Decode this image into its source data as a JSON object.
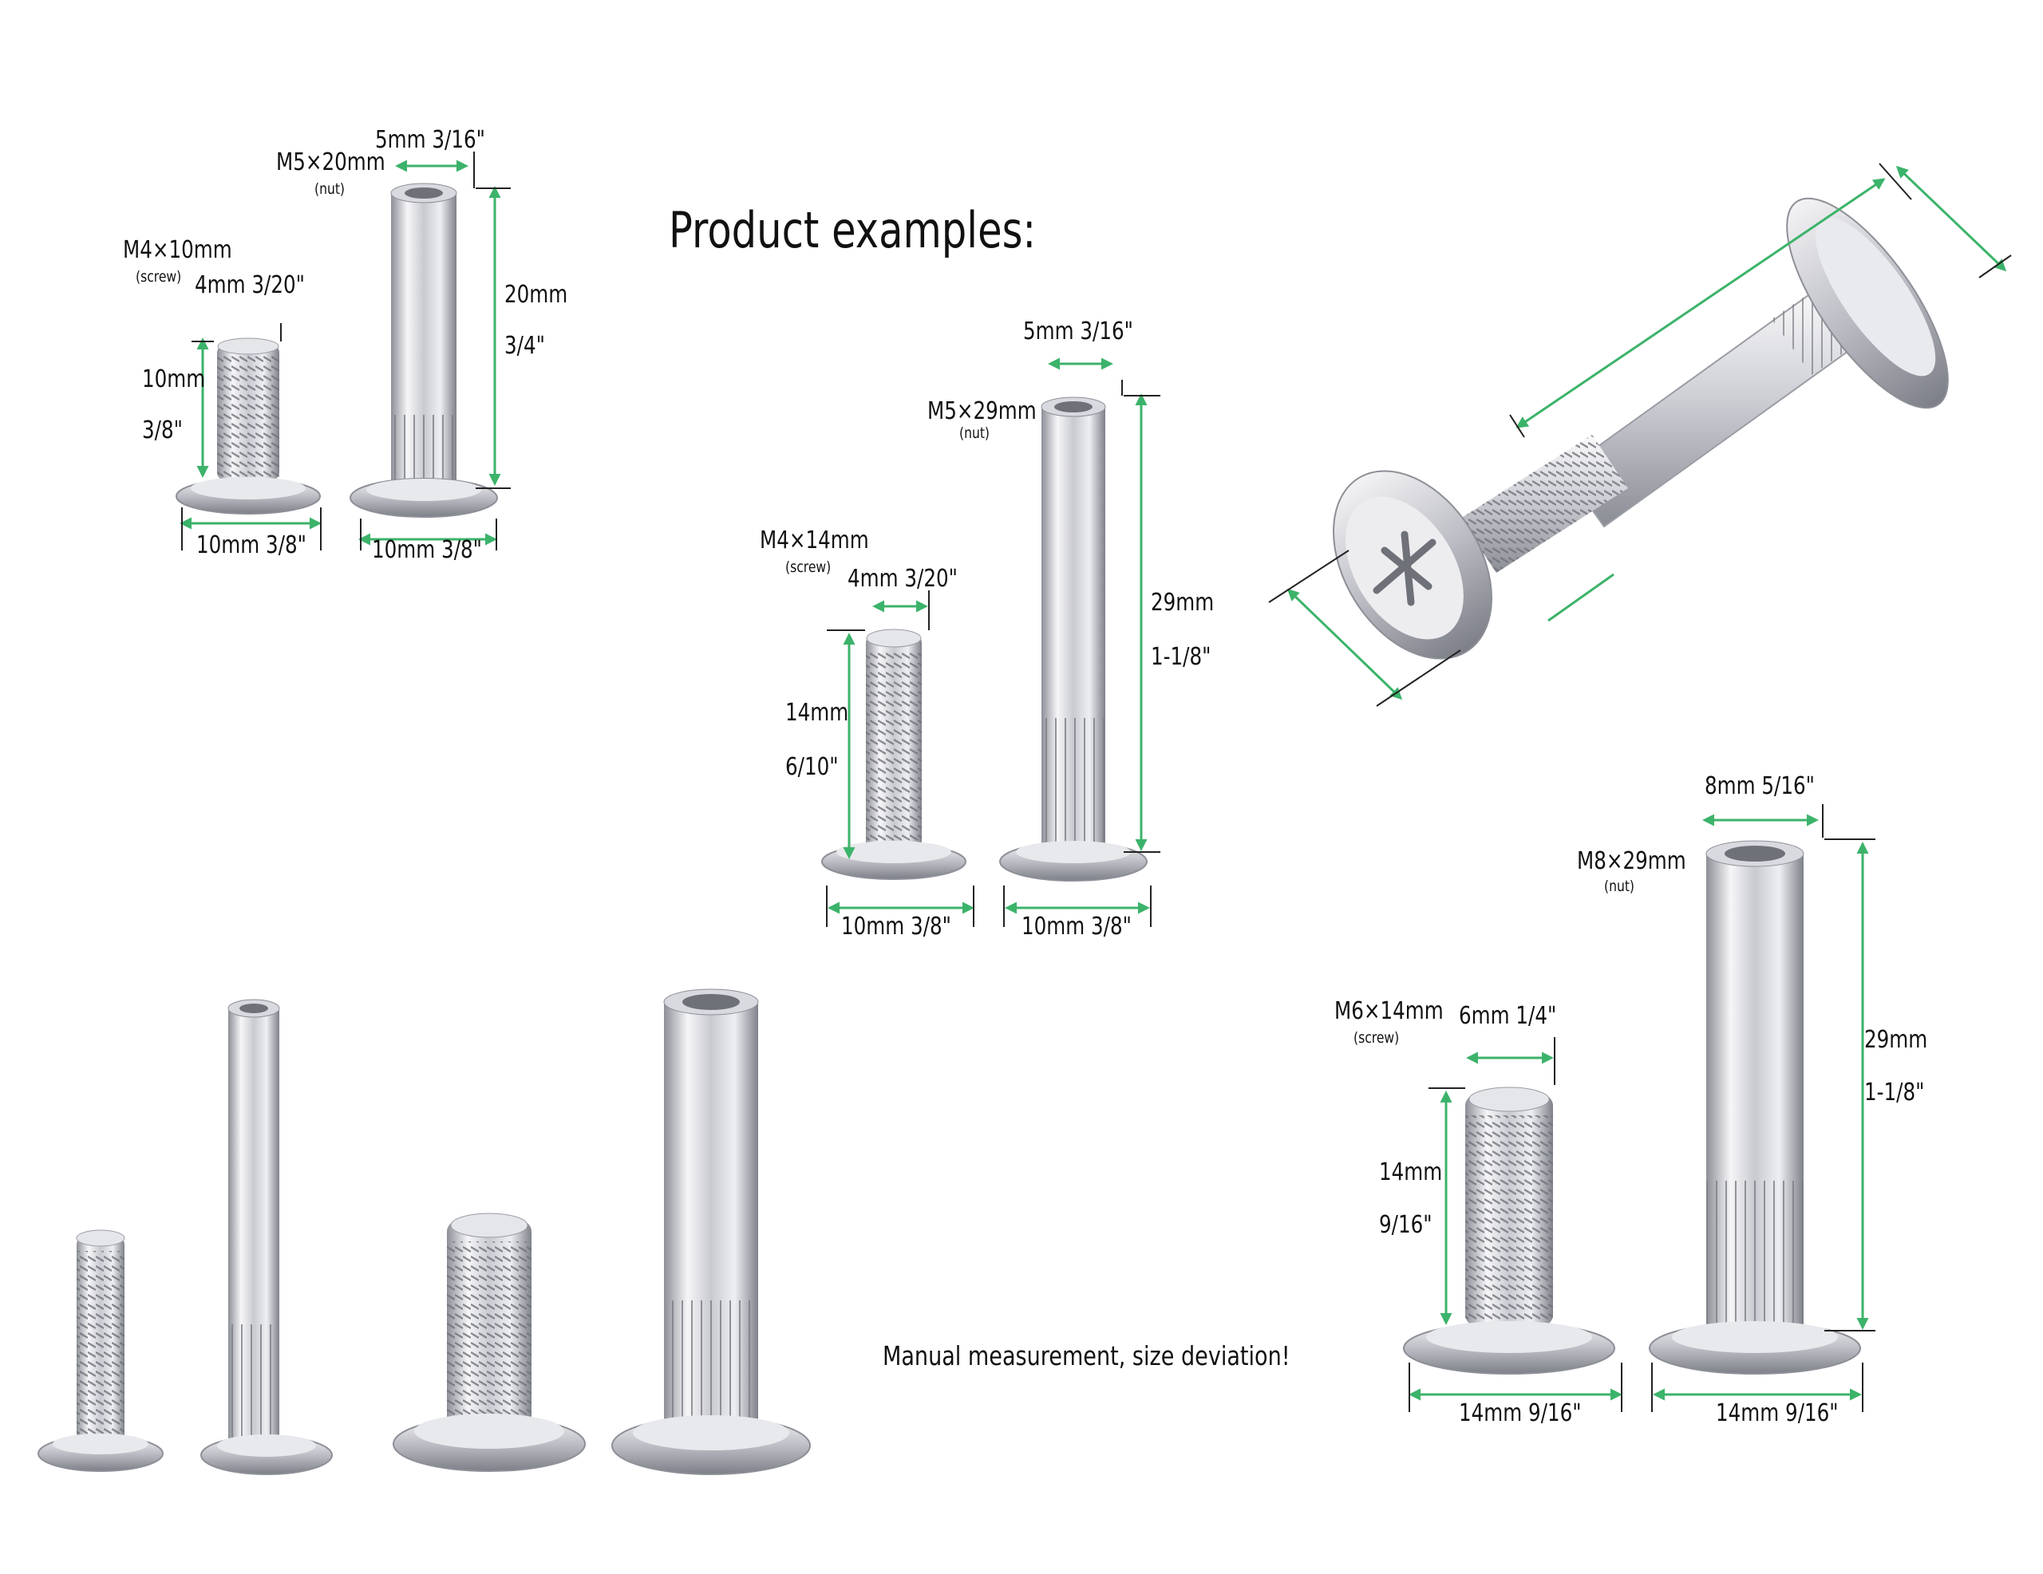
{
  "heading": "Product examples:",
  "note": "Manual measurement, size deviation!",
  "set1": {
    "screw_size": "M4×10mm",
    "screw_tag": "(screw)",
    "screw_dia": "4mm  3/20\"",
    "screw_len_mm": "10mm",
    "screw_len_in": "3/8\"",
    "screw_head": "10mm  3/8\"",
    "nut_size": "M5×20mm",
    "nut_tag": "(nut)",
    "nut_dia": "5mm  3/16\"",
    "nut_len_mm": "20mm",
    "nut_len_in": "3/4\"",
    "nut_head": "10mm  3/8\""
  },
  "set2": {
    "screw_size": "M4×14mm",
    "screw_tag": "(screw)",
    "screw_dia": "4mm  3/20\"",
    "screw_len_mm": "14mm",
    "screw_len_in": "6/10\"",
    "screw_head": "10mm  3/8\"",
    "nut_size": "M5×29mm",
    "nut_tag": "(nut)",
    "nut_dia": "5mm  3/16\"",
    "nut_len_mm": "29mm",
    "nut_len_in": "1-1/8\"",
    "nut_head": "10mm  3/8\""
  },
  "set3": {
    "screw_size": "M6×14mm",
    "screw_tag": "(screw)",
    "screw_dia": "6mm  1/4\"",
    "screw_len_mm": "14mm",
    "screw_len_in": "9/16\"",
    "screw_head": "14mm  9/16\"",
    "nut_size": "M8×29mm",
    "nut_tag": "(nut)",
    "nut_dia": "8mm  5/16\"",
    "nut_len_mm": "29mm",
    "nut_len_in": "1-1/8\"",
    "nut_head": "14mm  9/16\""
  },
  "colors": {
    "arrow": "#3cb36a",
    "metal_light": "#f4f4f6",
    "metal_mid": "#c9cad0",
    "metal_dark": "#8d8f97",
    "text": "#111111"
  }
}
